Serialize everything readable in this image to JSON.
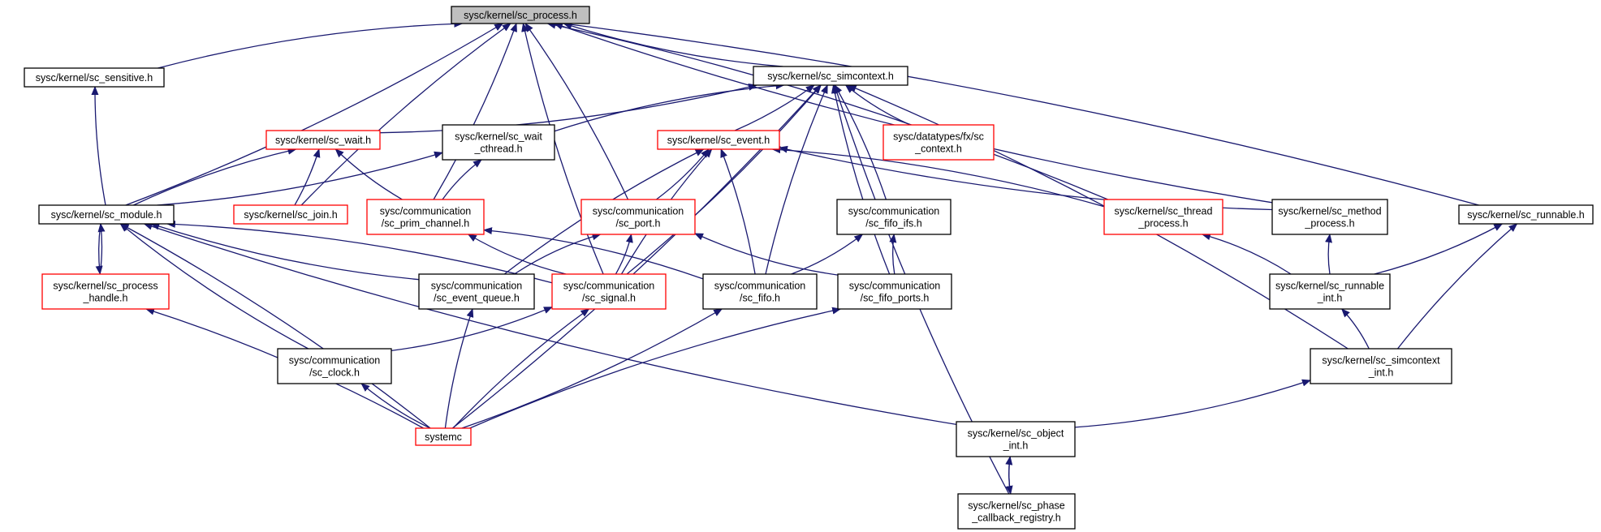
{
  "colors": {
    "background": "#ffffff",
    "edge": "#191970",
    "border_normal": "#000000",
    "border_truncated": "#ff0000",
    "root_fill": "#bfbfbf",
    "text": "#000000"
  },
  "nodes": [
    {
      "id": "sc_process",
      "lines": [
        "sysc/kernel/sc_process.h"
      ],
      "style": "root"
    },
    {
      "id": "sc_sensitive",
      "lines": [
        "sysc/kernel/sc_sensitive.h"
      ],
      "style": "normal"
    },
    {
      "id": "sc_simcontext",
      "lines": [
        "sysc/kernel/sc_simcontext.h"
      ],
      "style": "normal"
    },
    {
      "id": "sc_wait",
      "lines": [
        "sysc/kernel/sc_wait.h"
      ],
      "style": "truncated"
    },
    {
      "id": "sc_wait_cthread",
      "lines": [
        "sysc/kernel/sc_wait",
        "_cthread.h"
      ],
      "style": "normal"
    },
    {
      "id": "sc_event",
      "lines": [
        "sysc/kernel/sc_event.h"
      ],
      "style": "truncated"
    },
    {
      "id": "fx_context",
      "lines": [
        "sysc/datatypes/fx/sc",
        "_context.h"
      ],
      "style": "truncated"
    },
    {
      "id": "sc_module",
      "lines": [
        "sysc/kernel/sc_module.h"
      ],
      "style": "normal"
    },
    {
      "id": "sc_join",
      "lines": [
        "sysc/kernel/sc_join.h"
      ],
      "style": "truncated"
    },
    {
      "id": "sc_prim_channel",
      "lines": [
        "sysc/communication",
        "/sc_prim_channel.h"
      ],
      "style": "truncated"
    },
    {
      "id": "sc_port",
      "lines": [
        "sysc/communication",
        "/sc_port.h"
      ],
      "style": "truncated"
    },
    {
      "id": "sc_fifo_ifs",
      "lines": [
        "sysc/communication",
        "/sc_fifo_ifs.h"
      ],
      "style": "normal"
    },
    {
      "id": "sc_thread_process",
      "lines": [
        "sysc/kernel/sc_thread",
        "_process.h"
      ],
      "style": "truncated"
    },
    {
      "id": "sc_method_process",
      "lines": [
        "sysc/kernel/sc_method",
        "_process.h"
      ],
      "style": "normal"
    },
    {
      "id": "sc_runnable",
      "lines": [
        "sysc/kernel/sc_runnable.h"
      ],
      "style": "normal"
    },
    {
      "id": "sc_process_handle",
      "lines": [
        "sysc/kernel/sc_process",
        "_handle.h"
      ],
      "style": "truncated"
    },
    {
      "id": "sc_event_queue",
      "lines": [
        "sysc/communication",
        "/sc_event_queue.h"
      ],
      "style": "normal"
    },
    {
      "id": "sc_signal",
      "lines": [
        "sysc/communication",
        "/sc_signal.h"
      ],
      "style": "truncated"
    },
    {
      "id": "sc_fifo",
      "lines": [
        "sysc/communication",
        "/sc_fifo.h"
      ],
      "style": "normal"
    },
    {
      "id": "sc_fifo_ports",
      "lines": [
        "sysc/communication",
        "/sc_fifo_ports.h"
      ],
      "style": "normal"
    },
    {
      "id": "sc_runnable_int",
      "lines": [
        "sysc/kernel/sc_runnable",
        "_int.h"
      ],
      "style": "normal"
    },
    {
      "id": "sc_clock",
      "lines": [
        "sysc/communication",
        "/sc_clock.h"
      ],
      "style": "normal"
    },
    {
      "id": "sc_simcontext_int",
      "lines": [
        "sysc/kernel/sc_simcontext",
        "_int.h"
      ],
      "style": "normal"
    },
    {
      "id": "systemc",
      "lines": [
        "systemc"
      ],
      "style": "truncated"
    },
    {
      "id": "sc_object_int",
      "lines": [
        "sysc/kernel/sc_object",
        "_int.h"
      ],
      "style": "normal"
    },
    {
      "id": "sc_phase_callback_registry",
      "lines": [
        "sysc/kernel/sc_phase",
        "_callback_registry.h"
      ],
      "style": "normal"
    }
  ],
  "edges": [
    {
      "from": "sc_sensitive",
      "to": "sc_process"
    },
    {
      "from": "sc_module",
      "to": "sc_process"
    },
    {
      "from": "sc_join",
      "to": "sc_process"
    },
    {
      "from": "sc_prim_channel",
      "to": "sc_process"
    },
    {
      "from": "sc_signal",
      "to": "sc_process"
    },
    {
      "from": "sc_port",
      "to": "sc_process"
    },
    {
      "from": "sc_simcontext",
      "to": "sc_process"
    },
    {
      "from": "sc_thread_process",
      "to": "sc_process"
    },
    {
      "from": "sc_method_process",
      "to": "sc_process"
    },
    {
      "from": "sc_runnable",
      "to": "sc_process"
    },
    {
      "from": "sc_module",
      "to": "sc_sensitive"
    },
    {
      "from": "sc_wait",
      "to": "sc_simcontext"
    },
    {
      "from": "sc_wait_cthread",
      "to": "sc_simcontext"
    },
    {
      "from": "sc_event",
      "to": "sc_simcontext"
    },
    {
      "from": "fx_context",
      "to": "sc_simcontext"
    },
    {
      "from": "sc_fifo_ifs",
      "to": "sc_simcontext"
    },
    {
      "from": "sc_fifo",
      "to": "sc_simcontext"
    },
    {
      "from": "sc_signal",
      "to": "sc_simcontext"
    },
    {
      "from": "sc_fifo_ports",
      "to": "sc_simcontext"
    },
    {
      "from": "systemc",
      "to": "sc_simcontext"
    },
    {
      "from": "sc_phase_callback_registry",
      "to": "sc_simcontext"
    },
    {
      "from": "sc_simcontext_int",
      "to": "sc_simcontext"
    },
    {
      "from": "sc_module",
      "to": "sc_wait"
    },
    {
      "from": "sc_join",
      "to": "sc_wait"
    },
    {
      "from": "sc_prim_channel",
      "to": "sc_wait"
    },
    {
      "from": "sc_module",
      "to": "sc_wait_cthread"
    },
    {
      "from": "sc_prim_channel",
      "to": "sc_wait_cthread"
    },
    {
      "from": "sc_port",
      "to": "sc_event"
    },
    {
      "from": "sc_signal",
      "to": "sc_event"
    },
    {
      "from": "sc_fifo",
      "to": "sc_event"
    },
    {
      "from": "sc_event_queue",
      "to": "sc_event"
    },
    {
      "from": "sc_thread_process",
      "to": "sc_event"
    },
    {
      "from": "sc_method_process",
      "to": "sc_event"
    },
    {
      "from": "sc_process_handle",
      "to": "sc_module"
    },
    {
      "from": "sc_event_queue",
      "to": "sc_module"
    },
    {
      "from": "sc_signal",
      "to": "sc_module"
    },
    {
      "from": "sc_clock",
      "to": "sc_module"
    },
    {
      "from": "systemc",
      "to": "sc_module"
    },
    {
      "from": "sc_object_int",
      "to": "sc_module"
    },
    {
      "from": "sc_module",
      "to": "sc_process_handle"
    },
    {
      "from": "sc_signal",
      "to": "sc_prim_channel"
    },
    {
      "from": "sc_fifo",
      "to": "sc_prim_channel"
    },
    {
      "from": "sc_event_queue",
      "to": "sc_port"
    },
    {
      "from": "sc_signal",
      "to": "sc_port"
    },
    {
      "from": "sc_fifo_ports",
      "to": "sc_port"
    },
    {
      "from": "sc_fifo",
      "to": "sc_fifo_ifs"
    },
    {
      "from": "sc_fifo_ports",
      "to": "sc_fifo_ifs"
    },
    {
      "from": "sc_runnable_int",
      "to": "sc_thread_process"
    },
    {
      "from": "sc_runnable_int",
      "to": "sc_method_process"
    },
    {
      "from": "sc_runnable_int",
      "to": "sc_runnable"
    },
    {
      "from": "sc_simcontext_int",
      "to": "sc_runnable"
    },
    {
      "from": "systemc",
      "to": "sc_process_handle"
    },
    {
      "from": "systemc",
      "to": "sc_event_queue"
    },
    {
      "from": "sc_clock",
      "to": "sc_signal"
    },
    {
      "from": "systemc",
      "to": "sc_signal"
    },
    {
      "from": "systemc",
      "to": "sc_fifo"
    },
    {
      "from": "systemc",
      "to": "sc_fifo_ports"
    },
    {
      "from": "sc_simcontext_int",
      "to": "sc_runnable_int"
    },
    {
      "from": "systemc",
      "to": "sc_clock"
    },
    {
      "from": "sc_object_int",
      "to": "sc_simcontext_int"
    },
    {
      "from": "sc_phase_callback_registry",
      "to": "sc_object_int"
    },
    {
      "from": "sc_object_int",
      "to": "sc_phase_callback_registry"
    }
  ]
}
